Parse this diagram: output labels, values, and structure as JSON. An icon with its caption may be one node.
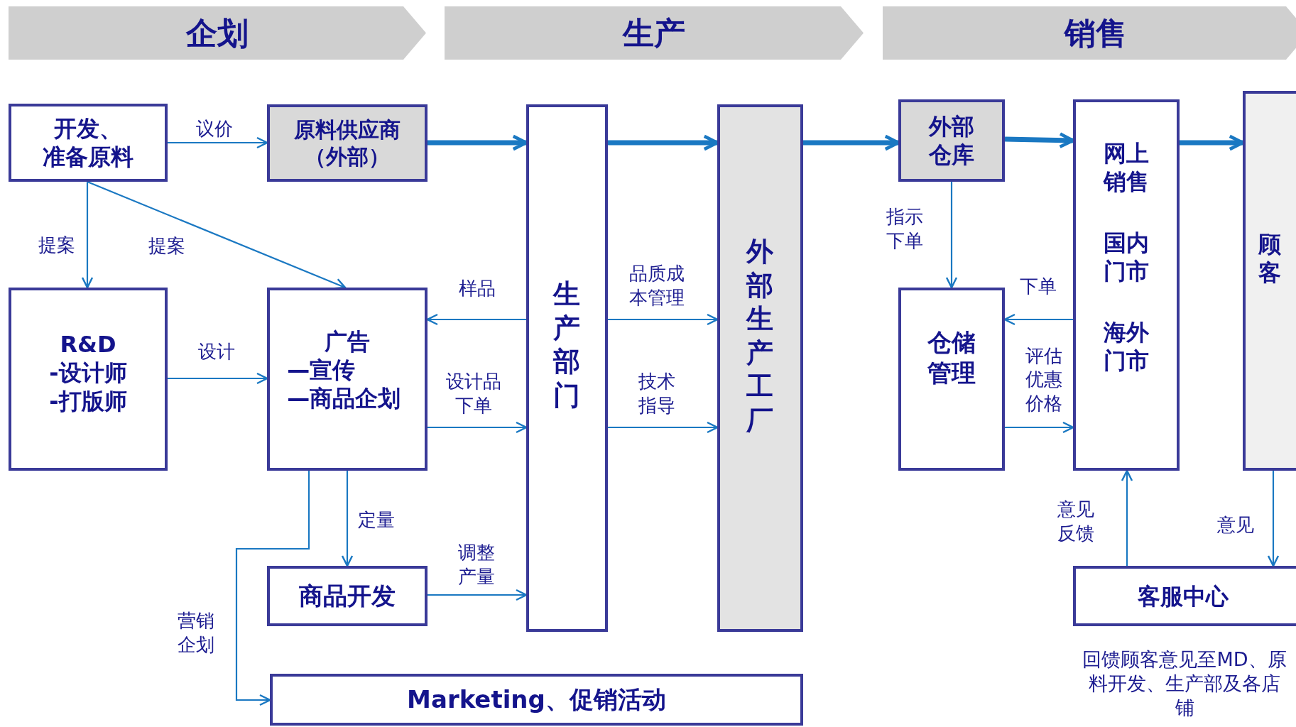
{
  "diagram": {
    "nodes": [
      {
        "text": [
          "企划"
        ]
      },
      {
        "text": [
          "生产"
        ]
      },
      {
        "text": [
          "销售"
        ]
      },
      {
        "text": [
          "开发、准备原料"
        ]
      },
      {
        "text": [
          "原料供应商（外部）"
        ]
      },
      {
        "text": [
          "生产部门"
        ]
      },
      {
        "text": [
          "外部生产工厂"
        ]
      },
      {
        "text": [
          "外部仓库"
        ]
      },
      {
        "text": [
          "网上销售",
          "国内门市",
          "海外门市"
        ]
      },
      {
        "text": [
          "顾客"
        ]
      },
      {
        "text": [
          "R&D",
          "-设计师",
          "-打版师"
        ]
      },
      {
        "text": [
          "广告",
          "—宣传",
          "—商品企划"
        ]
      },
      {
        "text": [
          "仓储管理"
        ]
      },
      {
        "text": [
          "商品开发"
        ]
      },
      {
        "text": [
          "客服中心"
        ],
        "beside": [
          "回馈顾客意见至MD、原料开发、生产部及各店铺"
        ]
      },
      {
        "text": [
          "Marketing、促销活动"
        ]
      }
    ],
    "edges": [
      {
        "from": 3,
        "to": 4,
        "arrow": "to",
        "label": "议价"
      },
      {
        "from": 4,
        "to": 5,
        "arrow": "to",
        "style": "thick"
      },
      {
        "from": 5,
        "to": 6,
        "arrow": "to",
        "style": "thick"
      },
      {
        "from": 6,
        "to": 7,
        "arrow": "to",
        "style": "thick"
      },
      {
        "from": 7,
        "to": 8,
        "arrow": "to",
        "style": "thick"
      },
      {
        "from": 8,
        "to": 9,
        "arrow": "to",
        "style": "thick"
      },
      {
        "from": 3,
        "to": 10,
        "arrow": "to",
        "label": "提案"
      },
      {
        "from": 3,
        "to": 11,
        "arrow": "to",
        "label": "提案"
      },
      {
        "from": 10,
        "to": 11,
        "arrow": "to",
        "label": "设计"
      },
      {
        "from": 5,
        "to": 11,
        "arrow": "to",
        "label": "样品"
      },
      {
        "from": 11,
        "to": 5,
        "arrow": "to",
        "label": "设计品下单"
      },
      {
        "from": 5,
        "to": 6,
        "arrow": "to",
        "label": "品质成本管理"
      },
      {
        "from": 5,
        "to": 6,
        "arrow": "to",
        "label": "技术指导"
      },
      {
        "from": 11,
        "to": 13,
        "arrow": "to",
        "label": "定量"
      },
      {
        "from": 11,
        "to": 15,
        "arrow": "to",
        "label": "营销企划"
      },
      {
        "from": 13,
        "to": 5,
        "arrow": "to",
        "label": "调整产量"
      },
      {
        "from": 7,
        "to": 12,
        "arrow": "to",
        "label": "指示下单"
      },
      {
        "from": 8,
        "to": 12,
        "arrow": "to",
        "label": "下单"
      },
      {
        "from": 12,
        "to": 8,
        "arrow": "to",
        "label": "评估优惠价格"
      },
      {
        "from": 14,
        "to": 8,
        "arrow": "to",
        "label": "意见反馈"
      },
      {
        "from": 9,
        "to": 14,
        "arrow": "to",
        "label": "意见"
      }
    ]
  }
}
